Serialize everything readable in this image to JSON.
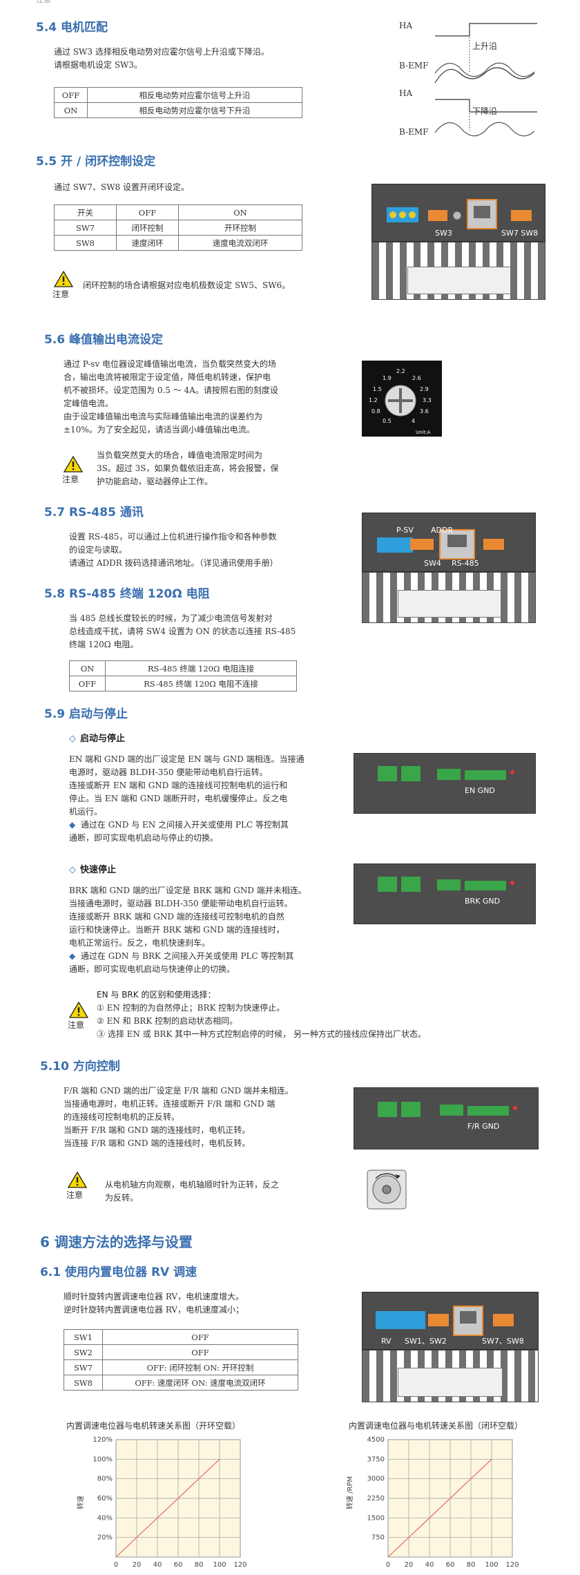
{
  "top_note": "注意",
  "s54": {
    "title": "5.4 电机匹配",
    "lines": [
      "通过 SW3 选择相反电动势对应霍尔信号上升沿或下降沿。",
      "请根据电机设定 SW3。"
    ],
    "table": [
      [
        "OFF",
        "相反电动势对应霍尔信号上升沿"
      ],
      [
        "ON",
        "相反电动势对应霍尔信号下升沿"
      ]
    ],
    "wave_labels": {
      "ha": "HA",
      "bemf": "B-EMF",
      "rise": "上升沿",
      "fall": "下降沿"
    }
  },
  "s55": {
    "title": "5.5 开 / 闭环控制设定",
    "line": "通过 SW7、SW8 设置开闭环设定。",
    "table": [
      [
        "开关",
        "OFF",
        "ON"
      ],
      [
        "SW7",
        "闭环控制",
        "开环控制"
      ],
      [
        "SW8",
        "速度闭环",
        "速度电流双闭环"
      ]
    ],
    "warn": "闭环控制的场合请根据对应电机极数设定 SW5、SW6。",
    "panel_labels": [
      "SW3",
      "SW7 SW8"
    ]
  },
  "s56": {
    "title": "5.6 峰值输出电流设定",
    "lines": [
      "通过 P-sv 电位器设定峰值输出电流，当负载突然变大的场",
      "合，输出电流将被限定于设定值，降低电机转速，保护电",
      "机不被损坏。设定范围为 0.5 ～ 4A。请按照右图的刻度设",
      "定峰值电流。",
      "由于设定峰值输出电流与实际峰值输出电流的误差约为",
      "±10%。为了安全起见，请适当调小峰值输出电流。"
    ],
    "warn": [
      "当负载突然变大的场合，峰值电流限定时间为",
      "3S。超过 3S，如果负载依旧走高，将会报警，保",
      "护功能启动，驱动器停止工作。"
    ],
    "dial": [
      "2.2",
      "2.6",
      "2.9",
      "3.3",
      "3.6",
      "4",
      "0.5",
      "0.8",
      "1.2",
      "1.5",
      "1.9"
    ],
    "dial_unit": "Unit:A"
  },
  "s57": {
    "title": "5.7  RS-485 通讯",
    "lines": [
      "设置 RS-485，可以通过上位机进行操作指令和各种参数",
      "的设定与读取。",
      "请通过 ADDR 拨码选择通讯地址。（详见通讯使用手册）"
    ],
    "panel_labels": [
      "P-SV",
      "ADDR",
      "SW4",
      "RS-485"
    ]
  },
  "s58": {
    "title": "5.8  RS-485 终端 120Ω 电阻",
    "lines": [
      "当 485 总线长度较长的时候，为了减少电流信号发射对",
      "总线造成干扰，请将 SW4 设置为 ON 的状态以连接 RS-485",
      "终端 120Ω 电阻。"
    ],
    "table": [
      [
        "ON",
        "RS-485 终端 120Ω 电阻连接"
      ],
      [
        "OFF",
        "RS-485 终端 120Ω 电阻不连接"
      ]
    ]
  },
  "s59": {
    "title": "5.9  启动与停止",
    "sub1": "启动与停止",
    "p1": [
      "EN 端和 GND 端的出厂设定是 EN 端与 GND 端相连。当接通",
      "电源时，驱动器 BLDH-350 便能带动电机自行运转。",
      "连接或断开 EN 端和 GND 端的连接线可控制电机的运行和",
      "停止。当 EN 端和 GND 端断开时，电机缓慢停止。反之电",
      "机运行。"
    ],
    "b1": [
      "通过在 GND 与 EN 之间接入开关或使用 PLC 等控制其",
      "通断，即可实现电机启动与停止的切换。"
    ],
    "sub2": "快速停止",
    "p2": [
      "BRK 端和 GND 端的出厂设定是 BRK 端和 GND 端并未相连。",
      "当接通电源时，驱动器 BLDH-350 便能带动电机自行运转。",
      "连接或断开 BRK 端和 GND 端的连接线可控制电机的自然",
      "运行和快速停止。当断开 BRK 端和 GND 端的连接线时，",
      "电机正常运行。反之，电机快速刹车。"
    ],
    "b2": [
      "通过在 GDN 与 BRK 之间接入开关或使用 PLC 等控制其",
      "通断，即可实现电机启动与快速停止的切换。"
    ],
    "diff_title": "EN 与 BRK 的区别和使用选择：",
    "diff": [
      "① EN 控制的为自然停止；BRK 控制为快速停止。",
      "② EN 和 BRK 控制的启动状态相同。",
      "③ 选择 EN 或 BRK 其中一种方式控制启停的时候，  另一种方式的接线应保持出厂状态。"
    ],
    "panel1": "EN    GND",
    "panel2": "BRK  GND"
  },
  "s510": {
    "title": "5.10  方向控制",
    "lines": [
      "F/R 端和 GND 端的出厂设定是 F/R 端和 GND 端并未相连。",
      "当接通电源时，电机正转。连接或断开 F/R 端和 GND 端",
      "的连接线可控制电机的正反转。",
      "当断开 F/R 端和 GND 端的连接线时，电机正转。",
      "当连接 F/R 端和 GND 端的连接线时，电机反转。"
    ],
    "warn": [
      "从电机轴方向观察，电机轴顺时针为正转，反之",
      "为反转。"
    ],
    "panel": "F/R  GND"
  },
  "s6": {
    "title": "6  调速方法的选择与设置"
  },
  "s61": {
    "title": "6.1  使用内置电位器 RV 调速",
    "lines": [
      "顺时针旋转内置调速电位器 RV，电机速度增大。",
      "逆时针旋转内置调速电位器 RV，电机速度减小；"
    ],
    "table": [
      [
        "SW1",
        "OFF"
      ],
      [
        "SW2",
        "OFF"
      ],
      [
        "SW7",
        "OFF: 闭环控制   ON: 开环控制"
      ],
      [
        "SW8",
        "OFF: 速度闭环  ON: 速度电流双闭环"
      ]
    ],
    "panel_labels": [
      "RV",
      "SW1、SW2",
      "SW7、SW8"
    ]
  },
  "warn_label": "注意",
  "colors": {
    "heading": "#3a6fb0",
    "panel": "#4d4d4d",
    "grid_bg": "#fdf7e0",
    "line": "#e8787a"
  },
  "chart_data": [
    {
      "type": "line",
      "title": "内置调速电位器与电机转速关系图（开环空载）",
      "xlabel": "",
      "ylabel": "转速",
      "x": [
        0,
        100
      ],
      "values": [
        0,
        100
      ],
      "xticks": [
        0,
        20,
        40,
        60,
        80,
        100,
        120
      ],
      "yticks": [
        "20%",
        "40%",
        "60%",
        "80%",
        "100%",
        "120%"
      ],
      "xlim": [
        0,
        120
      ],
      "ylim": [
        0,
        120
      ],
      "grid": true
    },
    {
      "type": "line",
      "title": "内置调速电位器与电机转速关系图（闭环空载）",
      "xlabel": "",
      "ylabel": "转速 /RPM",
      "x": [
        0,
        100
      ],
      "values": [
        0,
        3750
      ],
      "xticks": [
        0,
        20,
        40,
        60,
        80,
        100,
        120
      ],
      "yticks": [
        "750",
        "1500",
        "2250",
        "3000",
        "3750",
        "4500"
      ],
      "xlim": [
        0,
        120
      ],
      "ylim": [
        0,
        4500
      ],
      "grid": true
    }
  ]
}
